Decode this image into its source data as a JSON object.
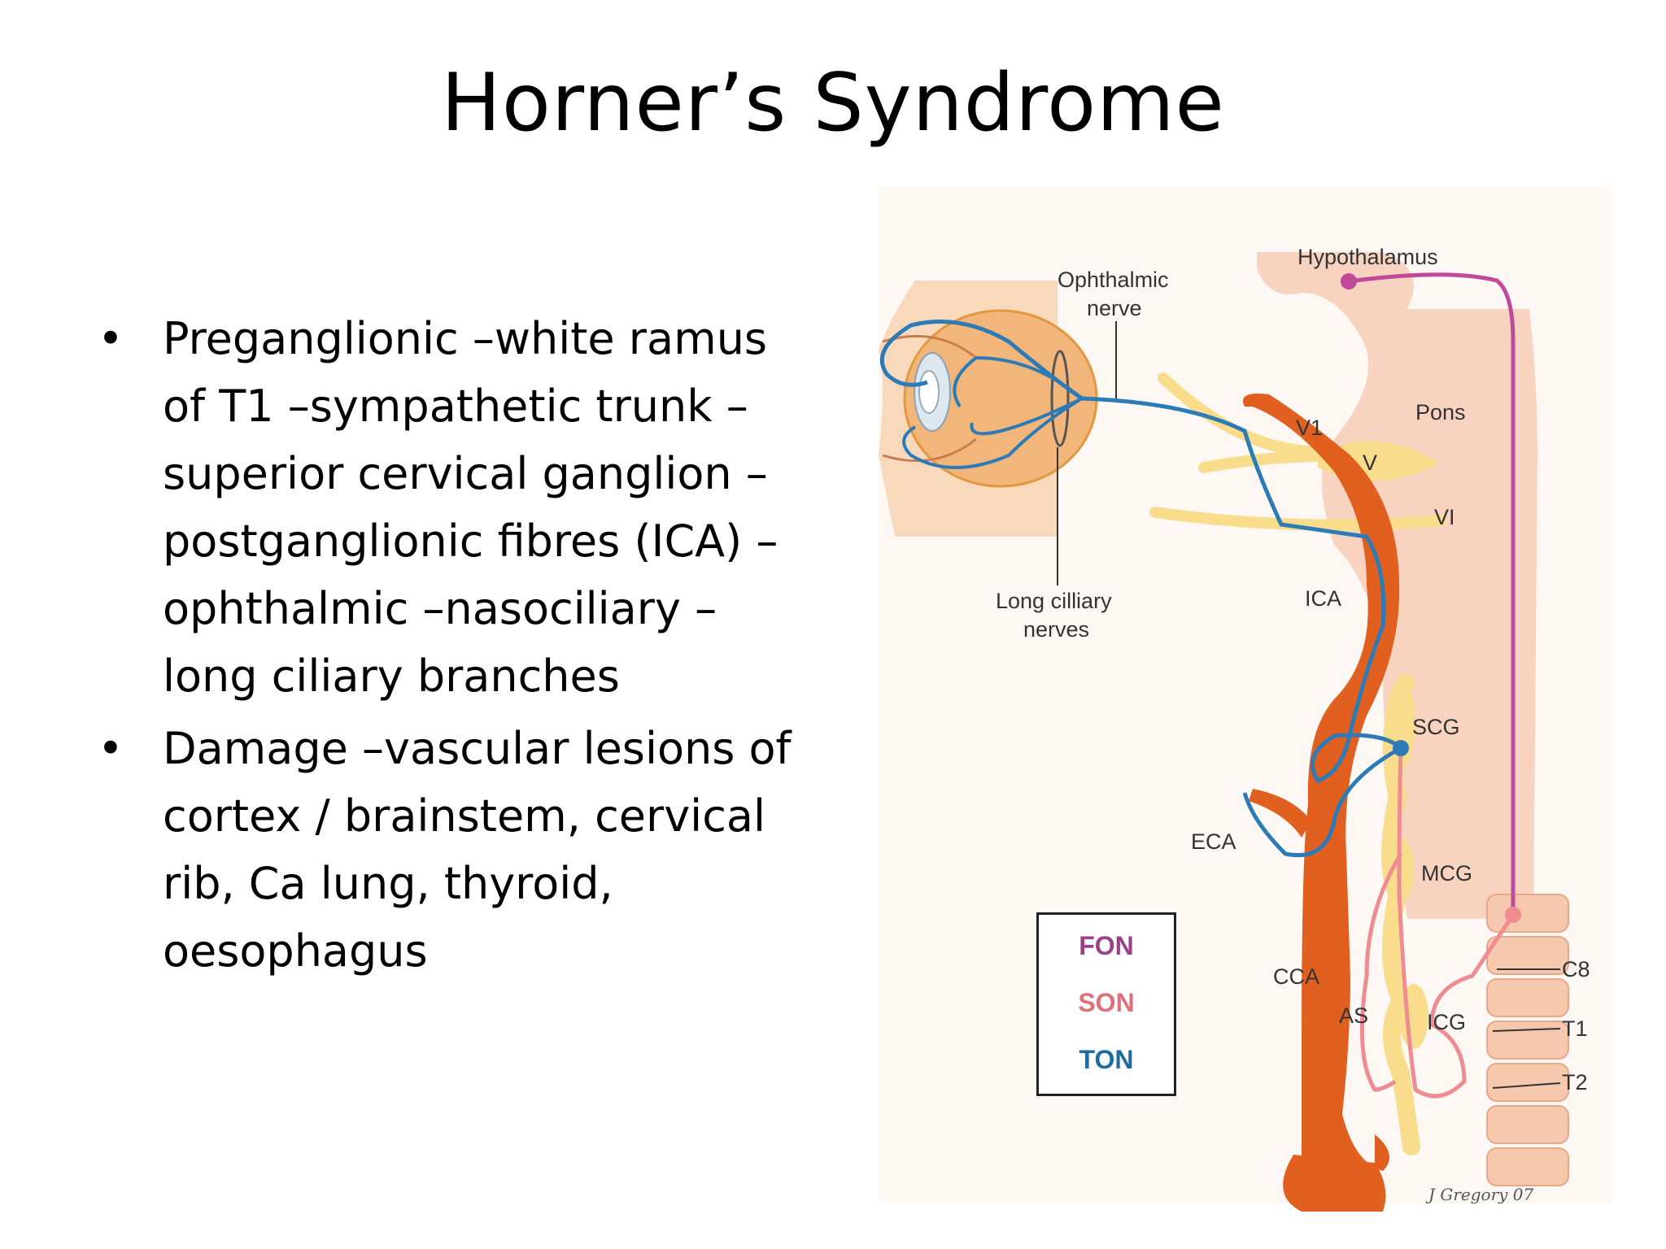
{
  "slide": {
    "title": "Horner’s Syndrome",
    "bullets": [
      {
        "lines": [
          "Preganglionic –white ramus",
          "of T1 –sympathetic trunk –",
          "superior cervical ganglion –",
          "postganglionic fibres (ICA) –",
          "ophthalmic –nasociliary –",
          "long ciliary branches"
        ]
      },
      {
        "lines": [
          "Damage –vascular lesions of",
          "cortex / brainstem, cervical",
          "rib, Ca lung, thyroid,",
          "oesophagus"
        ]
      }
    ]
  },
  "diagram": {
    "labels": {
      "hypothalamus": "Hypothalamus",
      "ophthalmic_nerve_1": "Ophthalmic",
      "ophthalmic_nerve_2": "nerve",
      "pons": "Pons",
      "v1": "V1",
      "v": "V",
      "vi": "VI",
      "ica": "ICA",
      "long_ciliary_1": "Long cilliary",
      "long_ciliary_2": "nerves",
      "scg": "SCG",
      "eca": "ECA",
      "mcg": "MCG",
      "cca": "CCA",
      "as": "AS",
      "icg": "ICG",
      "c8": "C8",
      "t1": "T1",
      "t2": "T2",
      "signature": "J Gregory 07"
    },
    "legend": [
      {
        "label": "FON",
        "color": "#9b3f86"
      },
      {
        "label": "SON",
        "color": "#e0707a"
      },
      {
        "label": "TON",
        "color": "#1f6c9e"
      }
    ],
    "colors": {
      "artery": "#e2601f",
      "first_order": "#c04a9a",
      "second_order": "#ee8c92",
      "third_order": "#2c7bb6",
      "brainstem": "#f8d3c0",
      "nerve": "#f9dc8c"
    }
  }
}
